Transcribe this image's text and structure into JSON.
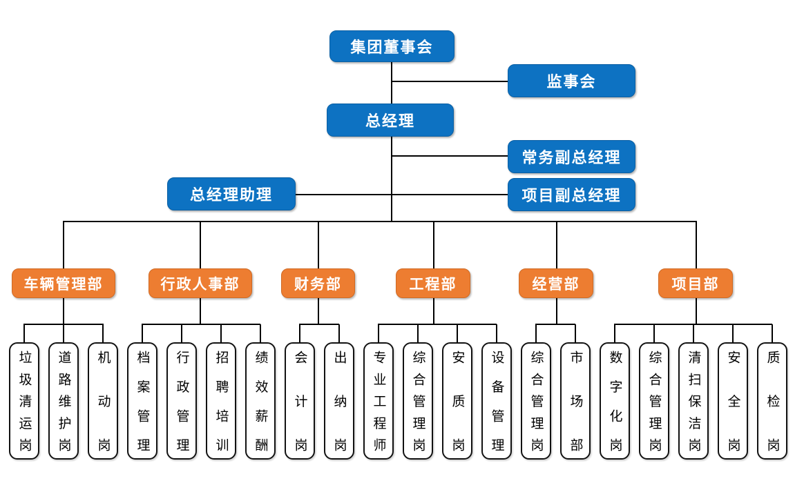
{
  "diagram": {
    "type": "org-chart",
    "colors": {
      "executive_box": "#0D72C2",
      "department_box": "#ED7D31",
      "post_box_fill": "#FFFFFF",
      "post_box_border": "#111111",
      "connector": "#000000",
      "box_text": "#FFFFFF",
      "post_text": "#000000"
    },
    "board": "集团董事会",
    "supervisory": "监事会",
    "general_manager": "总经理",
    "executive_deputy_gm": "常务副总经理",
    "gm_assistant": "总经理助理",
    "project_deputy_gm": "项目副总经理",
    "departments": [
      {
        "label": "车辆管理部",
        "posts": [
          "垃圾清运岗",
          "道路维护岗",
          "机动岗"
        ]
      },
      {
        "label": "行政人事部",
        "posts": [
          "档案管理",
          "行政管理",
          "招聘培训",
          "绩效薪酬"
        ]
      },
      {
        "label": "财务部",
        "posts": [
          "会计岗",
          "出纳岗"
        ]
      },
      {
        "label": "工程部",
        "posts": [
          "专业工程师",
          "综合管理岗",
          "安质岗",
          "设备管理"
        ]
      },
      {
        "label": "经营部",
        "posts": [
          "综合管理岗",
          "市场部"
        ]
      },
      {
        "label": "项目部",
        "posts": [
          "数字化岗",
          "综合管理岗",
          "清扫保洁岗",
          "安全岗",
          "质检岗"
        ]
      }
    ]
  }
}
